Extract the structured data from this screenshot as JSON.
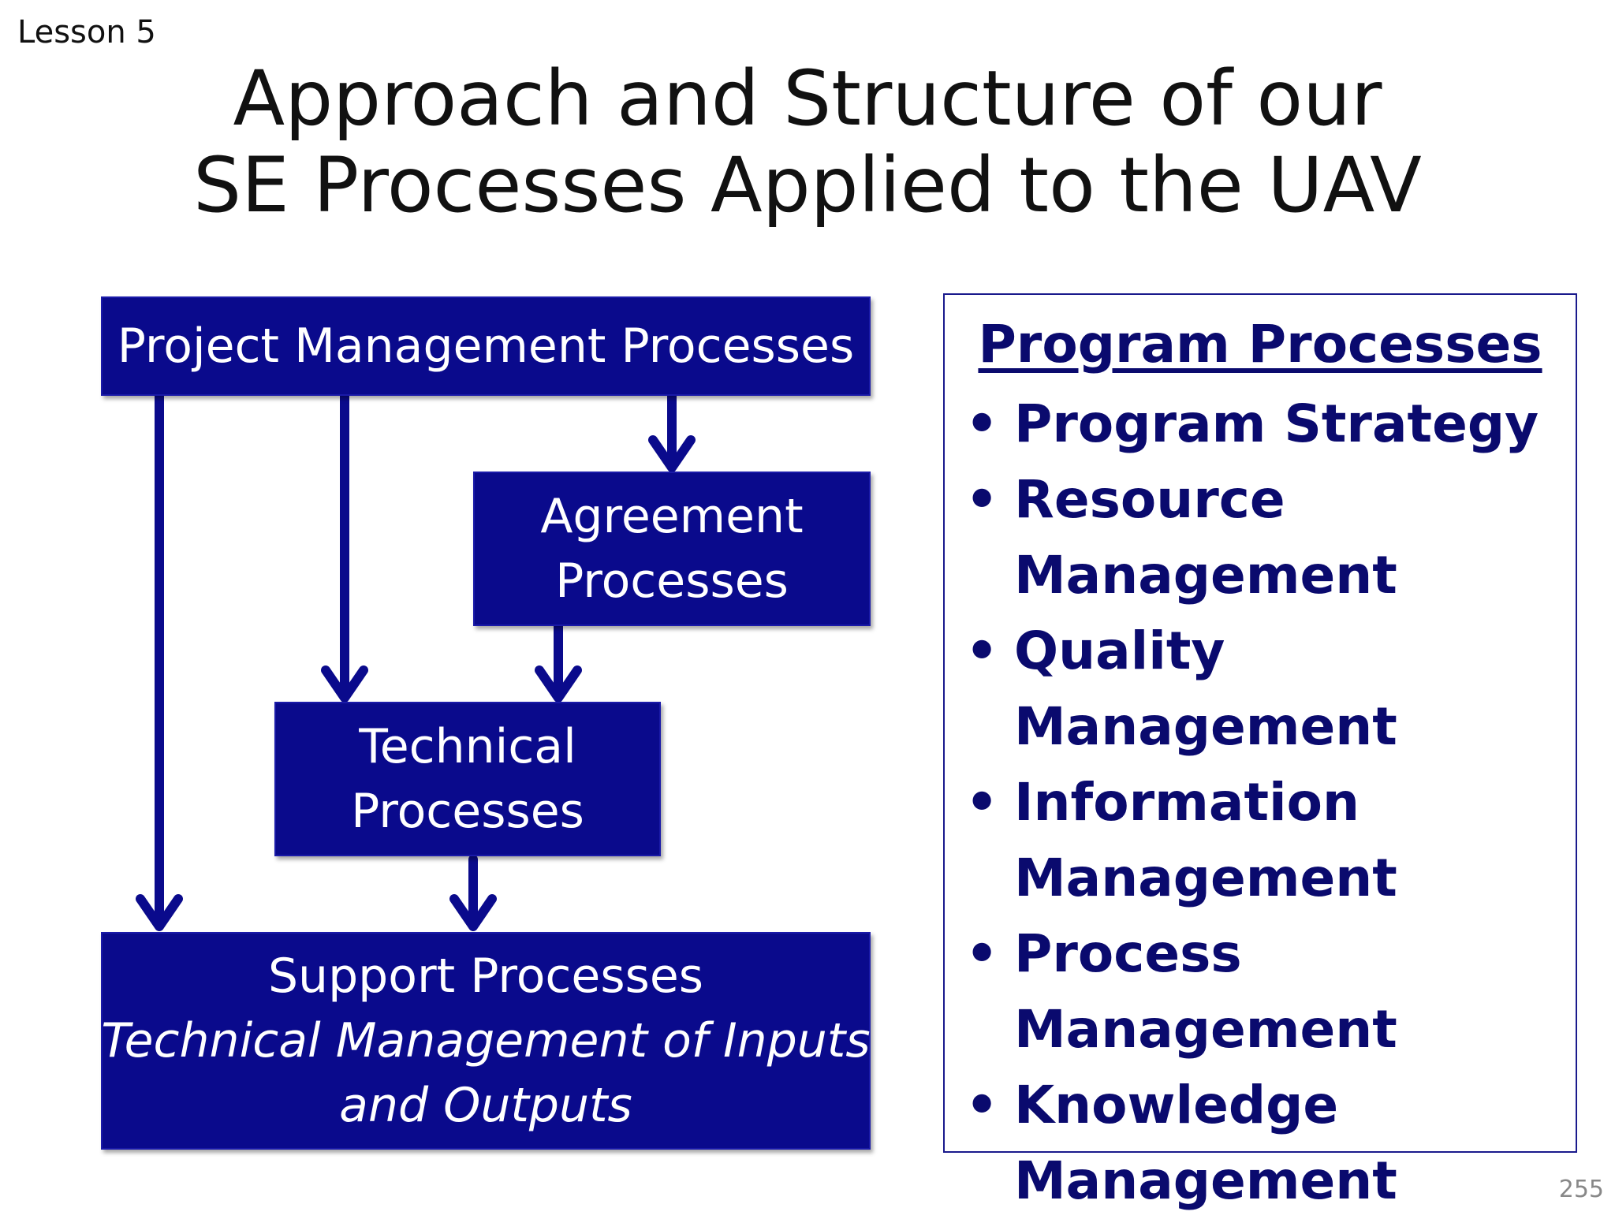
{
  "header": {
    "lesson": "Lesson 5",
    "title_line1": "Approach and Structure of our",
    "title_line2": "SE Processes Applied to the UAV"
  },
  "diagram": {
    "project_management": "Project Management Processes",
    "agreement_line1": "Agreement",
    "agreement_line2": "Processes",
    "technical_line1": "Technical",
    "technical_line2": "Processes",
    "support_line1": "Support Processes",
    "support_line2": "Technical Management of Inputs",
    "support_line3": "and Outputs",
    "colors": {
      "box_fill": "#0a0a8c",
      "arrow": "#0a0a8c"
    }
  },
  "program_panel": {
    "heading": "Program Processes",
    "items": [
      "Program Strategy",
      "Resource\nManagement",
      "Quality Management",
      "Information\nManagement",
      "Process\nManagement",
      "Knowledge\nManagement"
    ],
    "text_color": "#0a0a6e"
  },
  "footer": {
    "page_number": "255"
  }
}
